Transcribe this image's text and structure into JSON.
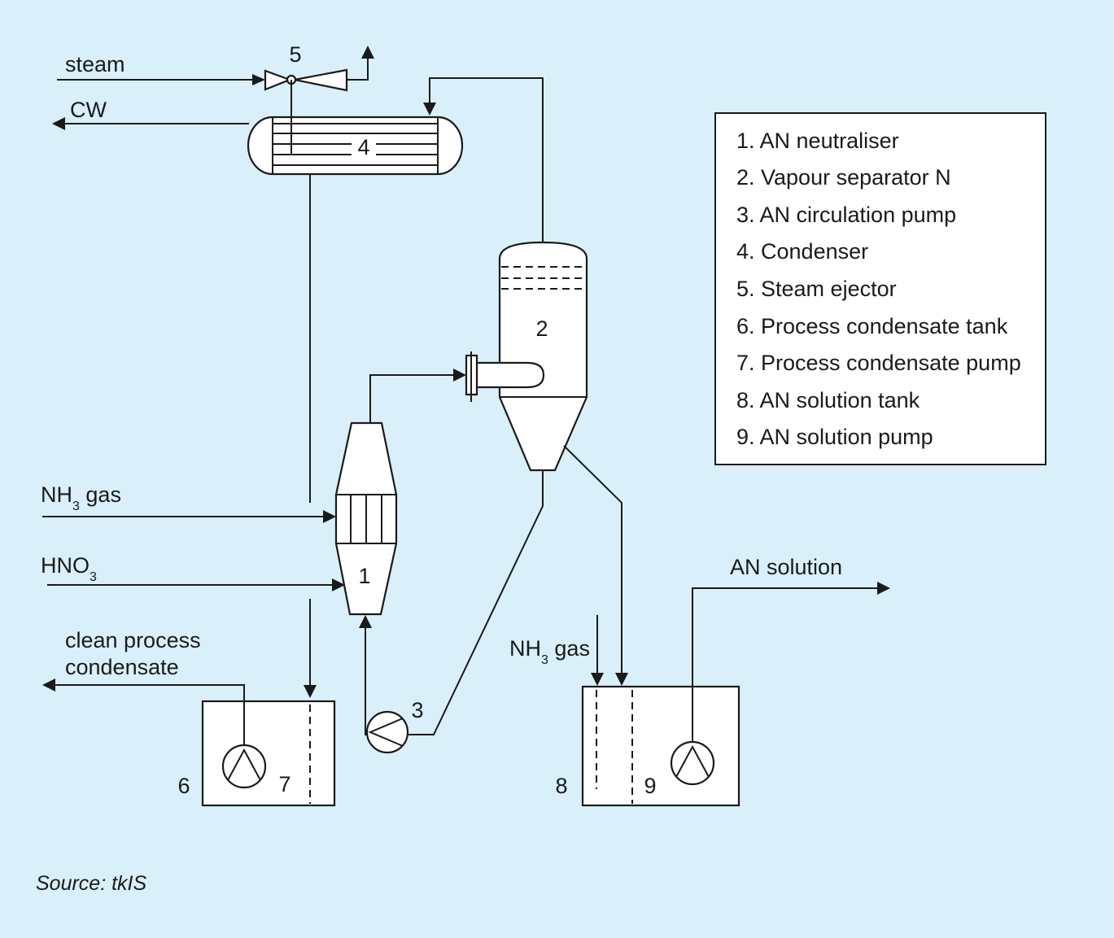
{
  "streams": {
    "steam": "steam",
    "cw": "CW",
    "nh3_gas_main": {
      "main": "NH",
      "sub": "3",
      "rest": " gas"
    },
    "hno3": {
      "main": "HNO",
      "sub": "3"
    },
    "clean_condensate_line1": "clean process",
    "clean_condensate_line2": "condensate",
    "nh3_gas_tank": {
      "main": "NH",
      "sub": "3",
      "rest": " gas"
    },
    "an_solution": "AN solution"
  },
  "equipment_numbers": {
    "neutraliser": "1",
    "vapour_separator": "2",
    "circulation_pump": "3",
    "condenser": "4",
    "steam_ejector": "5",
    "condensate_tank": "6",
    "condensate_pump": "7",
    "solution_tank": "8",
    "solution_pump": "9"
  },
  "legend": [
    "1. AN neutraliser",
    "2. Vapour separator N",
    "3. AN circulation pump",
    "4. Condenser",
    "5. Steam ejector",
    "6. Process condensate tank",
    "7. Process condensate pump",
    "8. AN solution tank",
    "9. AN solution pump"
  ],
  "source": "Source: tkIS"
}
